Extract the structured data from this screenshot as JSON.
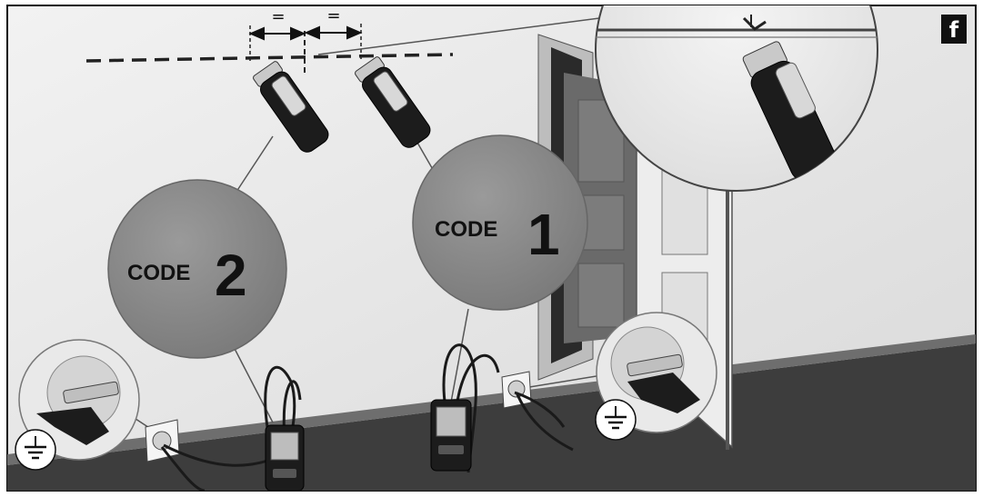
{
  "labels": {
    "equal_left": "=",
    "equal_right": "=",
    "code_left": "CODE",
    "code_left_digit": "2",
    "code_right": "CODE",
    "code_right_digit": "1",
    "corner_badge": "f"
  },
  "icons": {
    "ground_left": "earth-ground-icon",
    "ground_right": "earth-ground-icon",
    "corner": "letter-f-badge"
  },
  "colors": {
    "wall": "#e6e6e6",
    "floor": "#3d3d3d",
    "callout": "#8a8a8a",
    "device": "#1c1c1c",
    "outline": "#111111"
  }
}
